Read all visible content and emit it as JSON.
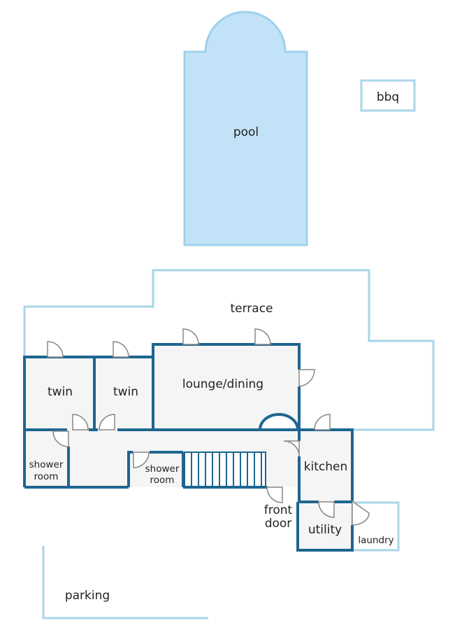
{
  "colors": {
    "wall": "#1e6690",
    "outline_light": "#a9d6ea",
    "pool_fill": "#c2e3f7",
    "pool_stroke": "#9fd0ec",
    "room_fill": "#f5f5f5",
    "door_stroke": "#888888",
    "text": "#222222"
  },
  "labels": {
    "pool": "pool",
    "bbq": "bbq",
    "terrace": "terrace",
    "twin_1": "twin",
    "twin_2": "twin",
    "lounge_dining": "lounge/dining",
    "shower_room_1": [
      "shower",
      "room"
    ],
    "shower_room_2": [
      "shower",
      "room"
    ],
    "kitchen": "kitchen",
    "front_door": [
      "front",
      "door"
    ],
    "utility": "utility",
    "laundry": "laundry",
    "parking": "parking"
  }
}
